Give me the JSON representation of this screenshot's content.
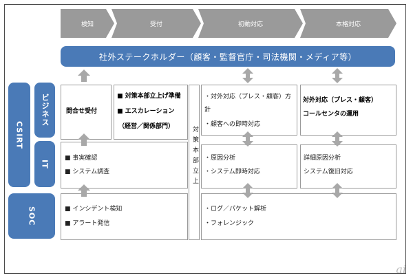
{
  "phases": [
    "検知",
    "受付",
    "初動対応",
    "本格対応"
  ],
  "banner": "社外ステークホルダー（顧客・監督官庁・司法機関・メディア等）",
  "side": {
    "csirt": "CSIRT",
    "business": "ビジネス",
    "it": "IT",
    "soc": "SOC"
  },
  "hq": "対策本部立上",
  "cells": {
    "biz_c2": [
      "問合せ受付"
    ],
    "biz_c3": [
      "■ 対策本部立上げ準備",
      "■ エスカレーション",
      "（経営／関係部門）"
    ],
    "biz_c4": [
      "・対外対応（プレス・顧客）方",
      "針",
      "・顧客への即時対応"
    ],
    "biz_c5": [
      "対外対応（プレス・顧客）",
      "コールセンタの運用"
    ],
    "it_c23": [
      "■ 事実確認",
      "■ システム調査"
    ],
    "it_c4": [
      "・原因分析",
      "・システム即時対応"
    ],
    "it_c5": [
      "詳細原因分析",
      "システム復旧対応"
    ],
    "soc_c23": [
      "■ インシデント検知",
      "■ アラート発信"
    ],
    "soc_c4": [
      "・ログ／パケット解析",
      "・フォレンジック"
    ]
  },
  "logo": "ai"
}
